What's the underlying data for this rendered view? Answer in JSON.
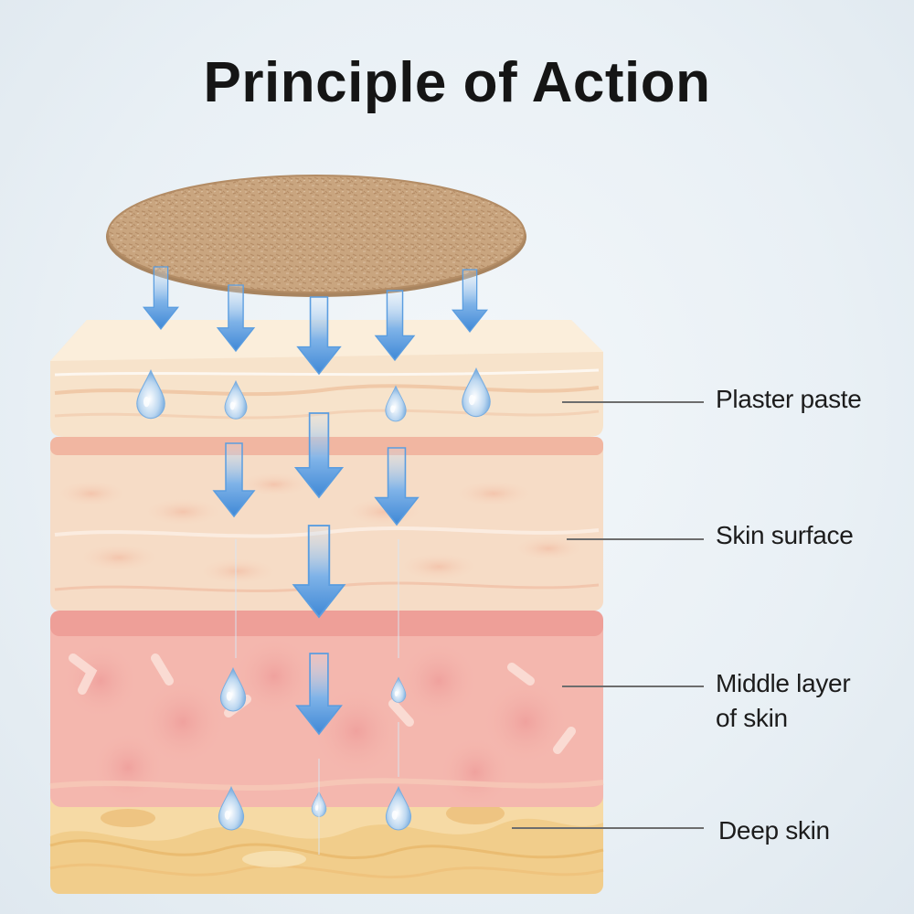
{
  "title": "Principle of Action",
  "layers": {
    "plaster_paste": "Plaster paste",
    "skin_surface": "Skin surface",
    "middle_layer_line1": "Middle layer",
    "middle_layer_line2": "of skin",
    "deep_skin": "Deep skin"
  },
  "colors": {
    "patch": "#c9a57f",
    "plaster_layer": "#f7e3cb",
    "surface_layer": "#f6dcc6",
    "middle_layer": "#f4b7ae",
    "deep_layer": "#f1cd8b",
    "arrow": "#4f94dc"
  },
  "icons": [
    "arrow-down-icon",
    "droplet-icon"
  ]
}
